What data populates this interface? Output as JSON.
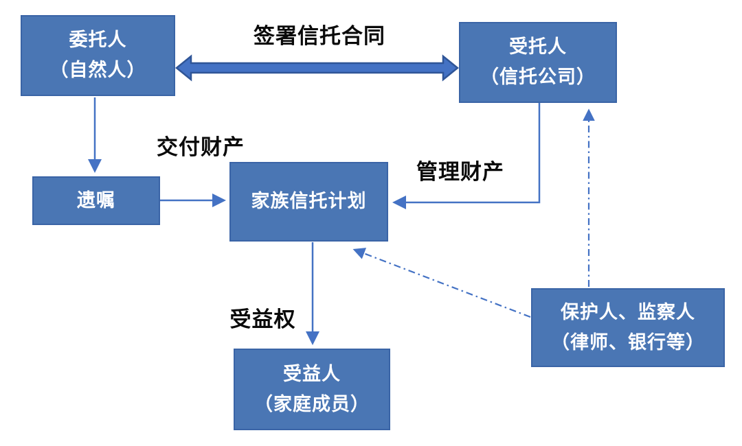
{
  "diagram": {
    "type": "flowchart",
    "language": "zh-CN",
    "topic": "家族信托计划结构",
    "colors": {
      "background": "#ffffff",
      "node_fill": "#4a76b4",
      "node_border": "#3a64a6",
      "node_text": "#ffffff",
      "connector": "#4472c4",
      "block_arrow_fill": "#4472c4",
      "block_arrow_border": "#2f5597",
      "label_text": "#0a0a0a"
    },
    "nodes": {
      "settlor": {
        "lines": [
          "委托人",
          "（自然人）"
        ]
      },
      "trustee": {
        "lines": [
          "受托人",
          "（信托公司）"
        ]
      },
      "will": {
        "lines": [
          "遗嘱"
        ]
      },
      "trust_plan": {
        "lines": [
          "家族信托计划"
        ]
      },
      "beneficiary": {
        "lines": [
          "受益人",
          "（家庭成员）"
        ]
      },
      "protector": {
        "lines": [
          "保护人、监察人",
          "（律师、银行等）"
        ]
      }
    },
    "edges": [
      {
        "id": "sign-contract",
        "from": "settlor",
        "to": "trustee",
        "direction": "both",
        "style": "block-arrow",
        "label": "签署信托合同"
      },
      {
        "id": "settlor-to-will",
        "from": "settlor",
        "to": "will",
        "direction": "one",
        "style": "solid",
        "label": ""
      },
      {
        "id": "will-to-trust",
        "from": "will",
        "to": "trust_plan",
        "direction": "one",
        "style": "solid",
        "label": "交付财产"
      },
      {
        "id": "trustee-to-trust",
        "from": "trustee",
        "to": "trust_plan",
        "direction": "one",
        "style": "solid-elbow",
        "label": "管理财产"
      },
      {
        "id": "trust-to-beneficiary",
        "from": "trust_plan",
        "to": "beneficiary",
        "direction": "one",
        "style": "solid",
        "label": "受益权"
      },
      {
        "id": "protector-to-trustee",
        "from": "protector",
        "to": "trustee",
        "direction": "one",
        "style": "dash-dot",
        "label": ""
      },
      {
        "id": "protector-to-trust",
        "from": "protector",
        "to": "trust_plan",
        "direction": "one",
        "style": "dash-dot",
        "label": ""
      }
    ]
  }
}
